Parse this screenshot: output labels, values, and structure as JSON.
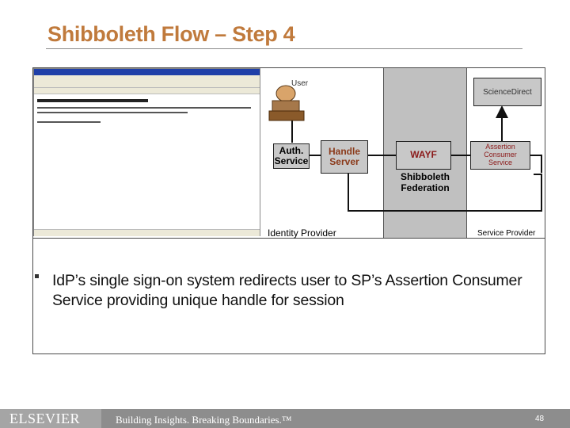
{
  "slide": {
    "title": "Shibboleth Flow – Step 4",
    "bullet": "IdP’s single sign-on system redirects user to SP’s Assertion Consumer Service providing unique handle for session"
  },
  "diagram": {
    "user_label": "User",
    "auth_service": [
      "Auth.",
      "Service"
    ],
    "handle_server": [
      "Handle",
      "Server"
    ],
    "wayf": "WAYF",
    "assertion_consumer": [
      "Assertion",
      "Consumer",
      "Service"
    ],
    "science_direct": "ScienceDirect",
    "federation": [
      "Shibboleth",
      "Federation"
    ],
    "identity_provider": "Identity Provider",
    "service_provider": "Service Provider"
  },
  "footer": {
    "logo": "ELSEVIER",
    "tagline": "Building Insights. Breaking Boundaries.™",
    "page_number": "48"
  },
  "colors": {
    "title": "#c07a3c",
    "handle_server_text": "#8b3a1a",
    "wayf_text": "#8b1a1a",
    "node_fill": "#c8c8c8",
    "federation_fill": "#c0c0c0",
    "footer": "#8d8d8d"
  }
}
